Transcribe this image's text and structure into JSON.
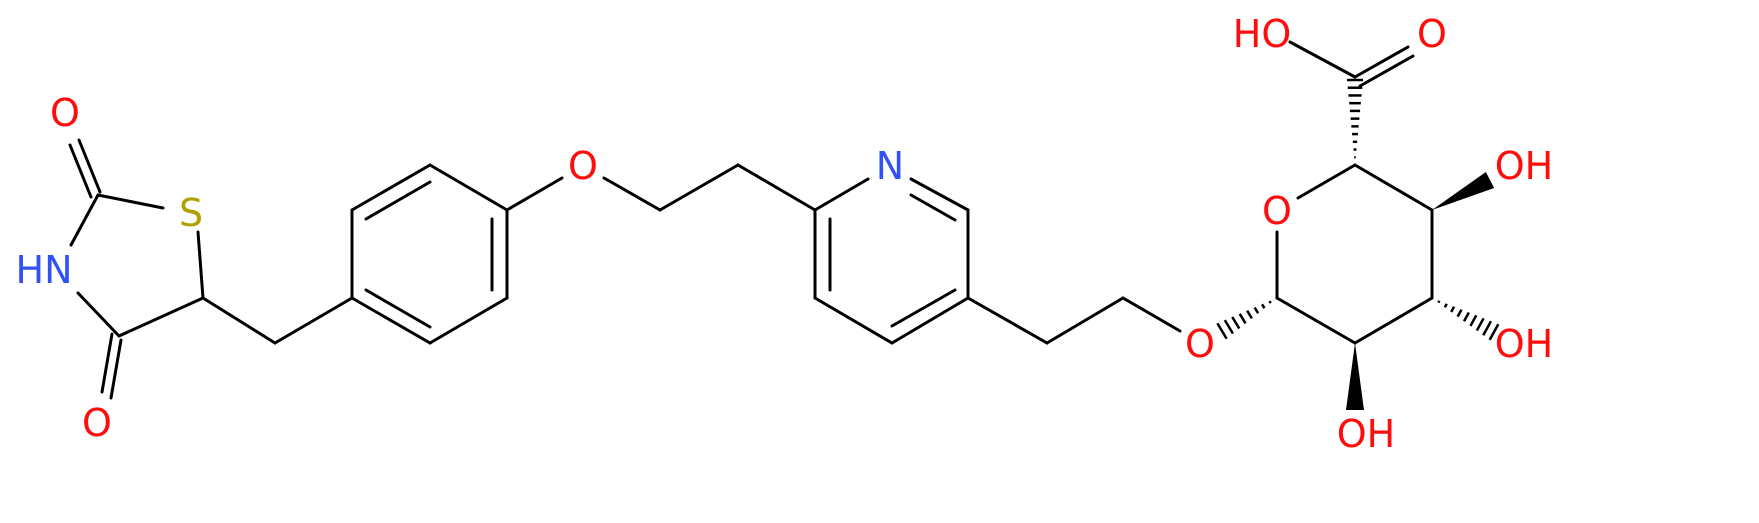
{
  "colors": {
    "bond": "#000000",
    "oxygen": "#ff0d0d",
    "nitrogen": "#3050f8",
    "sulfur": "#b2a000",
    "background": "#ffffff"
  },
  "atom_labels": {
    "o_tzd_top": "O",
    "s_tzd": "S",
    "hn_tzd": "HN",
    "o_tzd_bottom": "O",
    "o_ether": "O",
    "n_pyridine": "N",
    "o_glycosidic": "O",
    "o_ring": "O",
    "ho_acid": "HO",
    "o_acid": "O",
    "oh_c4": "OH",
    "oh_c3": "OH",
    "oh_c2": "OH"
  }
}
